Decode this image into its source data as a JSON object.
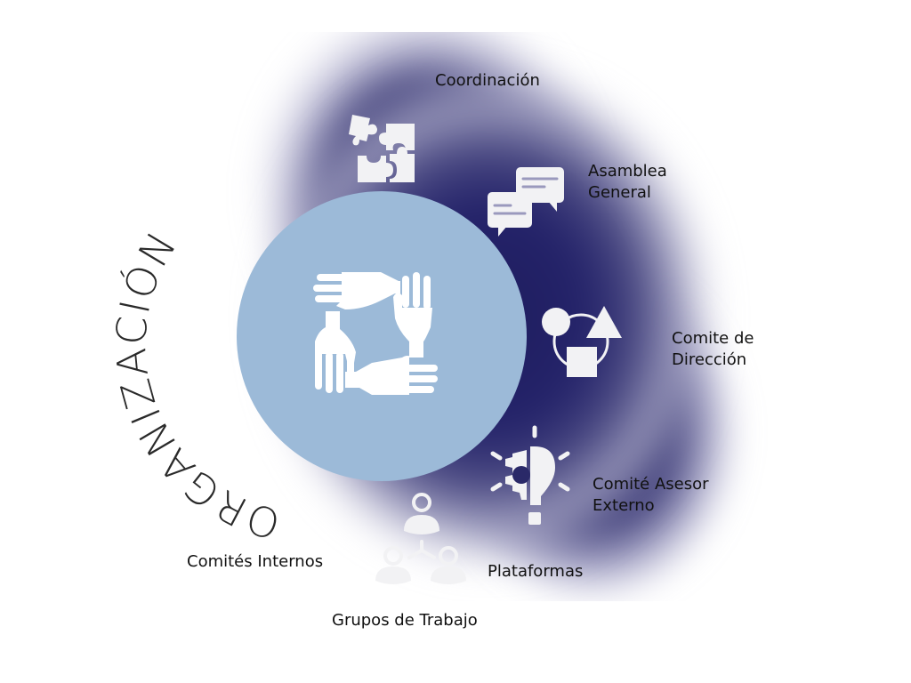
{
  "diagram": {
    "title": "ORGANIZACIÓN",
    "center_icon": "hands-teamwork-icon",
    "colors": {
      "center_circle": "#9cbad8",
      "backdrop_dark": "#1f1d5e",
      "icon_fill": "#f2f2f4",
      "text": "#111111"
    },
    "items": [
      {
        "label": "Coordinación",
        "icon": "puzzle-icon"
      },
      {
        "label_line1": "Asamblea",
        "label_line2": "General",
        "icon": "chat-bubbles-icon"
      },
      {
        "label_line1": "Comite de",
        "label_line2": "Dirección",
        "icon": "shapes-icon"
      },
      {
        "label_line1": "Comité Asesor",
        "label_line2": "Externo",
        "icon": "lightbulb-idea-icon"
      },
      {
        "label": "Plataformas",
        "icon": "people-network-icon"
      },
      {
        "label": "Grupos de Trabajo"
      },
      {
        "label": "Comités Internos"
      }
    ]
  }
}
